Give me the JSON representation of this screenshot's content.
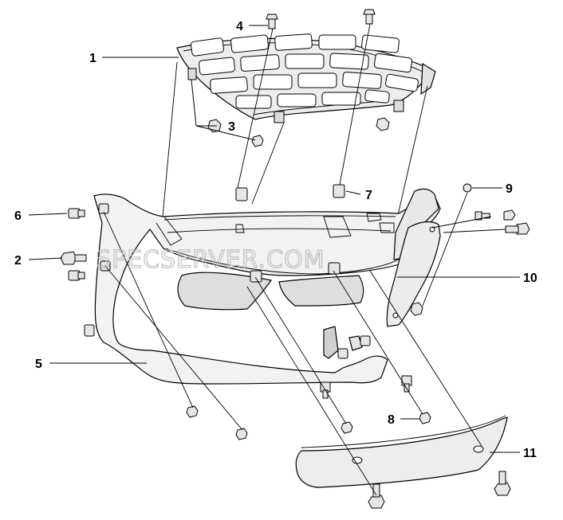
{
  "diagram": {
    "callouts": [
      {
        "id": "1",
        "label": "1"
      },
      {
        "id": "2",
        "label": "2"
      },
      {
        "id": "3",
        "label": "3"
      },
      {
        "id": "4",
        "label": "4"
      },
      {
        "id": "5",
        "label": "5"
      },
      {
        "id": "6",
        "label": "6"
      },
      {
        "id": "7",
        "label": "7"
      },
      {
        "id": "8",
        "label": "8"
      },
      {
        "id": "9",
        "label": "9"
      },
      {
        "id": "10",
        "label": "10"
      },
      {
        "id": "11",
        "label": "11"
      }
    ],
    "watermark": "SPECSERVER.COM"
  }
}
